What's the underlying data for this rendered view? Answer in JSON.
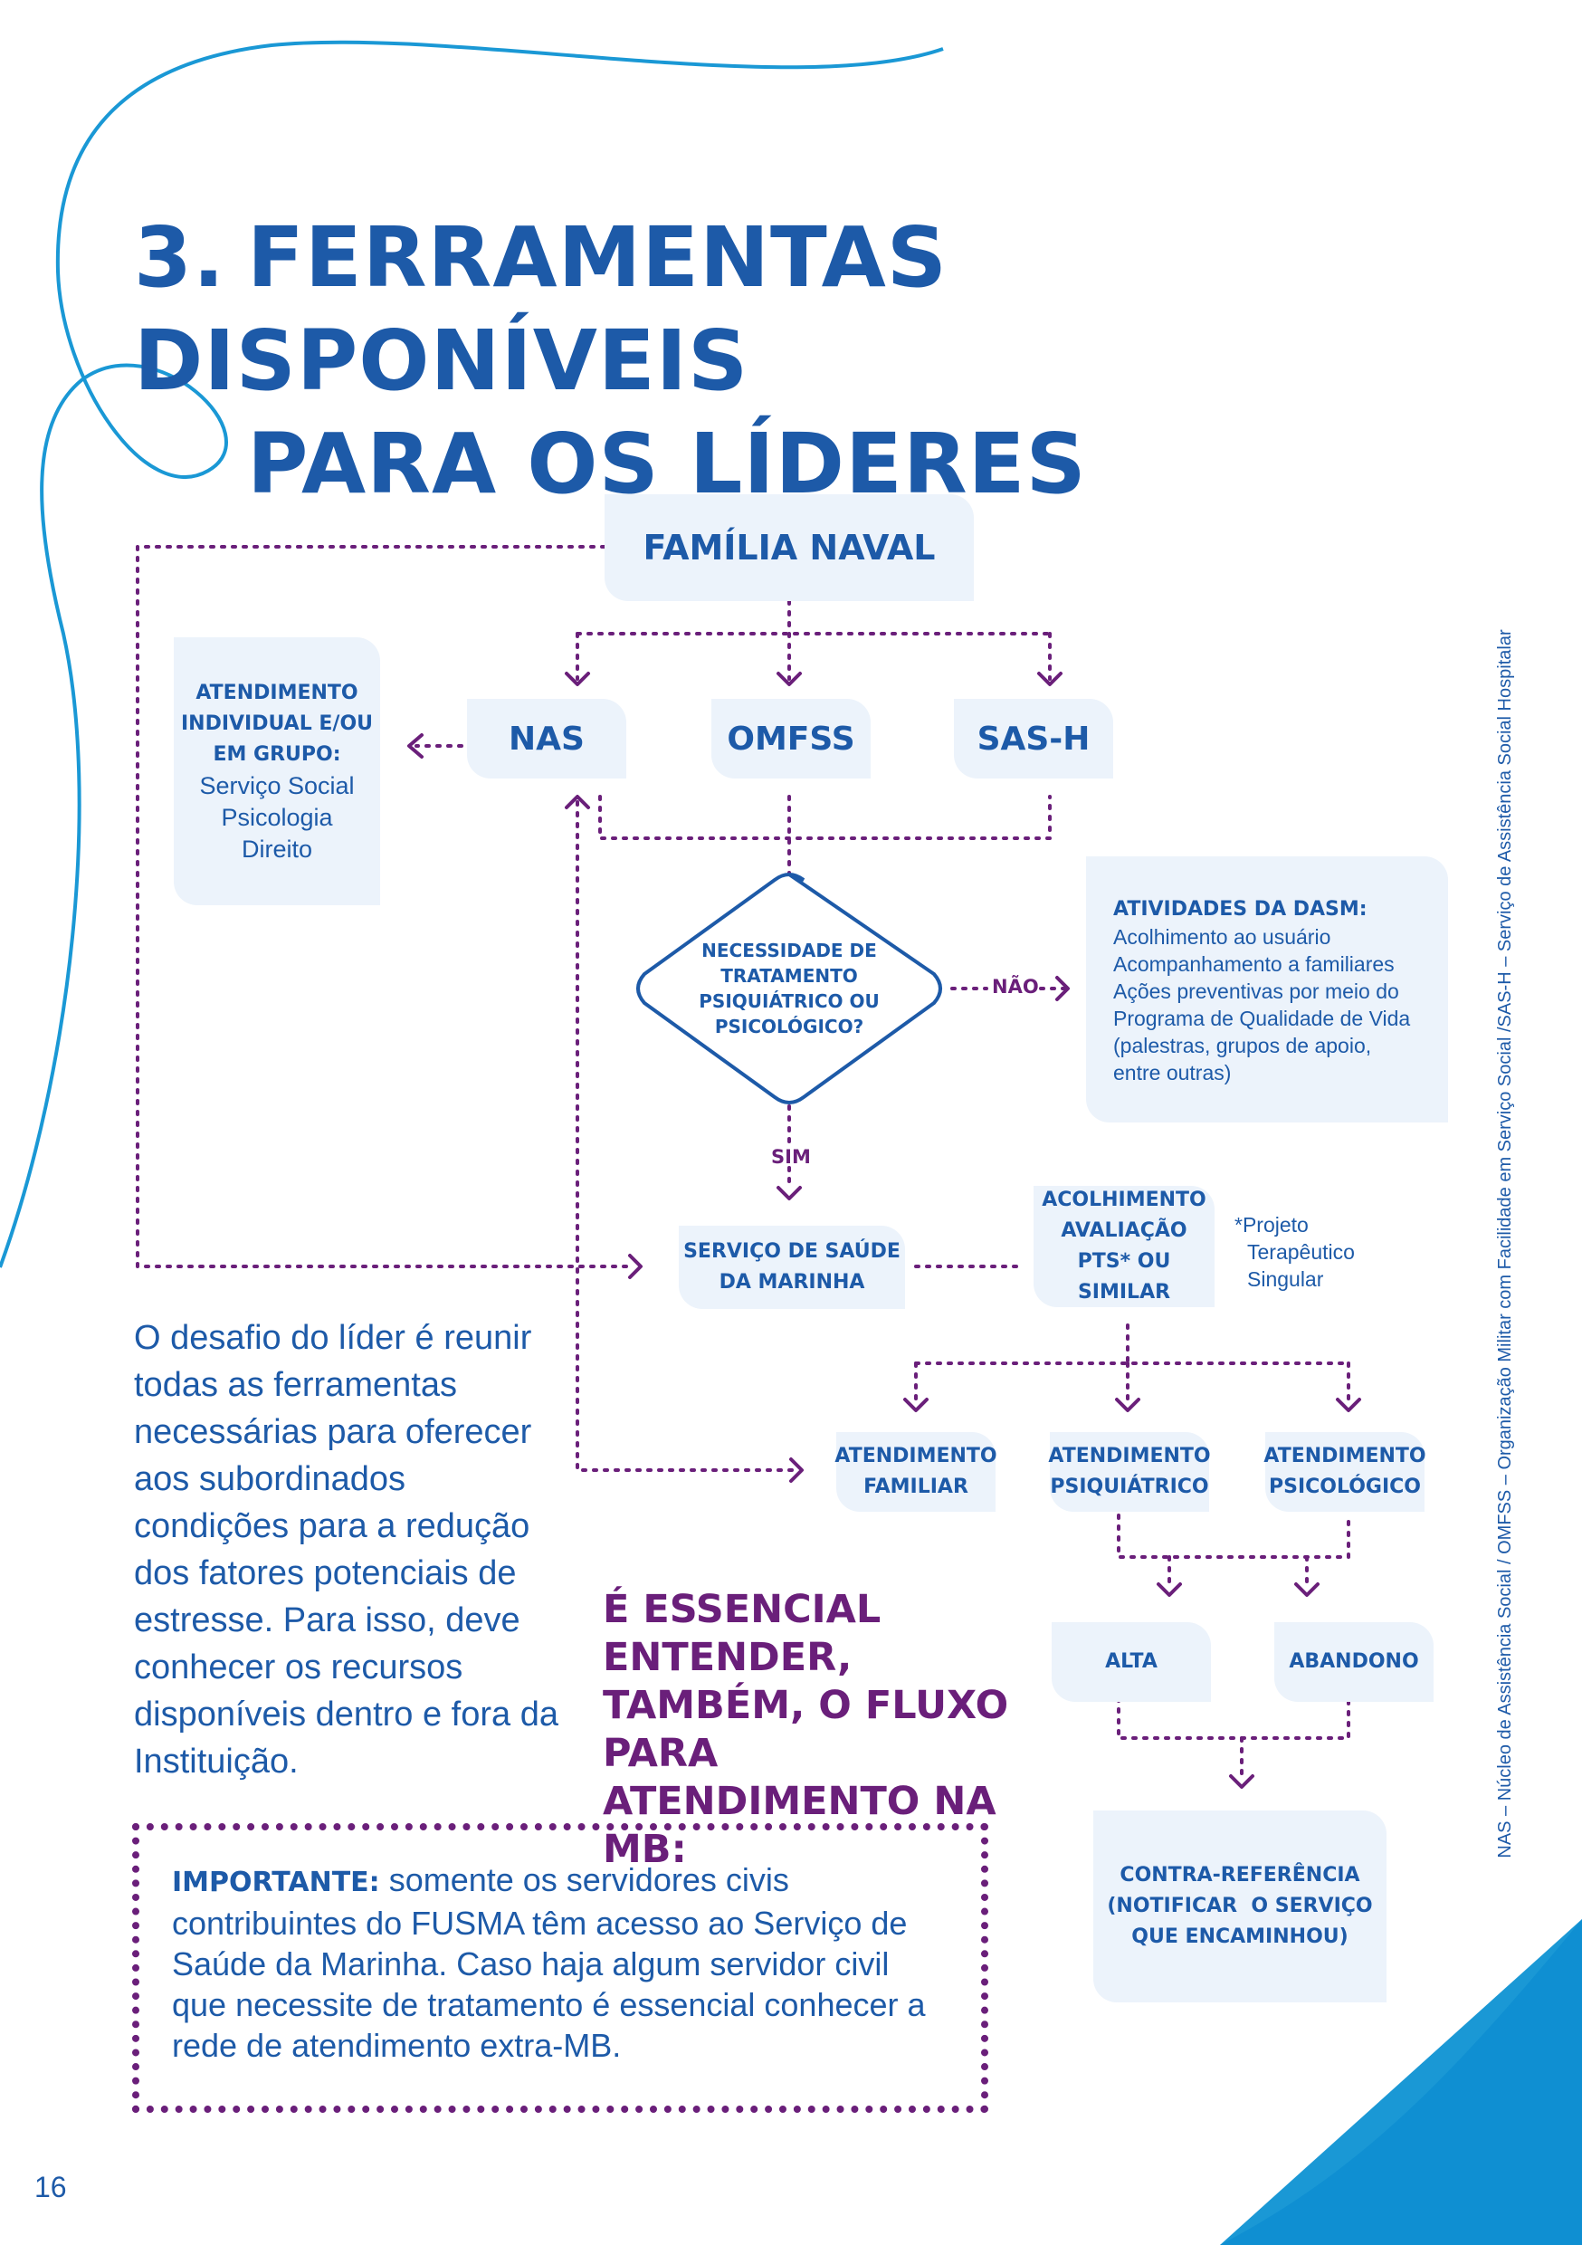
{
  "page": {
    "title_number": "3.",
    "title_line1": "FERRAMENTAS DISPONÍVEIS",
    "title_line2": "PARA OS LÍDERES",
    "page_number": "16",
    "side_note": "NAS – Núcleo de Assistência Social / OMFSS – Organização Militar com Facilidade em Serviço Social /SAS-H – Serviço de Assistência Social Hospitalar"
  },
  "flowchart": {
    "familia_naval": "FAMÍLIA NAVAL",
    "nas": "NAS",
    "omfss": "OMFSS",
    "sash": "SAS-H",
    "atendimento_individual": {
      "heading_lines": [
        "ATENDIMENTO",
        "INDIVIDUAL E/OU",
        "EM GRUPO:"
      ],
      "items": [
        "Serviço Social",
        "Psicologia",
        "Direito"
      ]
    },
    "decision": [
      "NECESSIDADE DE",
      "TRATAMENTO",
      "PSIQUIÁTRICO OU",
      "PSICOLÓGICO?"
    ],
    "nao_label": "NÃO",
    "sim_label": "SIM",
    "dasm": {
      "heading": "ATIVIDADES DA DASM:",
      "items": [
        "Acolhimento ao usuário",
        "Acompanhamento a familiares",
        "Ações preventivas por meio do",
        "Programa de Qualidade de Vida",
        "(palestras, grupos de apoio,",
        "entre outras)"
      ]
    },
    "servico_saude": [
      "SERVIÇO DE SAÚDE",
      "DA MARINHA"
    ],
    "acolhimento": [
      "ACOLHIMENTO",
      "AVALIAÇÃO",
      "PTS* OU SIMILAR"
    ],
    "pts_note": [
      "*Projeto",
      "Terapêutico",
      "Singular"
    ],
    "atendimento_familiar": [
      "ATENDIMENTO",
      "FAMILIAR"
    ],
    "atendimento_psiquiatrico": [
      "ATENDIMENTO",
      "PSIQUIÁTRICO"
    ],
    "atendimento_psicologico": [
      "ATENDIMENTO",
      "PSICOLÓGICO"
    ],
    "alta": "ALTA",
    "abandono": "ABANDONO",
    "contra_referencia": [
      "CONTRA-REFERÊNCIA",
      "(NOTIFICAR  O SERVIÇO",
      "QUE ENCAMINHOU)"
    ]
  },
  "leader_text": "O desafio do líder é reunir todas as ferramentas necessárias para oferecer aos subordinados condições para a redução dos fatores potenciais de estresse. Para isso, deve conhecer os recursos disponíveis dentro e fora da Instituição.",
  "essencial_text": "É ESSENCIAL ENTENDER, TAMBÉM, O FLUXO PARA ATENDIMENTO NA MB:",
  "important": {
    "label": "IMPORTANTE:",
    "text": " somente os servidores civis contribuintes do FUSMA têm acesso ao Serviço de Saúde da Marinha. Caso haja algum servidor civil que necessite de tratamento é essencial conhecer a rede de atendimento extra-MB."
  },
  "colors": {
    "primary_blue": "#1d5aa8",
    "purple": "#6a1f7a",
    "box_fill": "#ecf3fb",
    "cyan": "#1a98d5"
  }
}
